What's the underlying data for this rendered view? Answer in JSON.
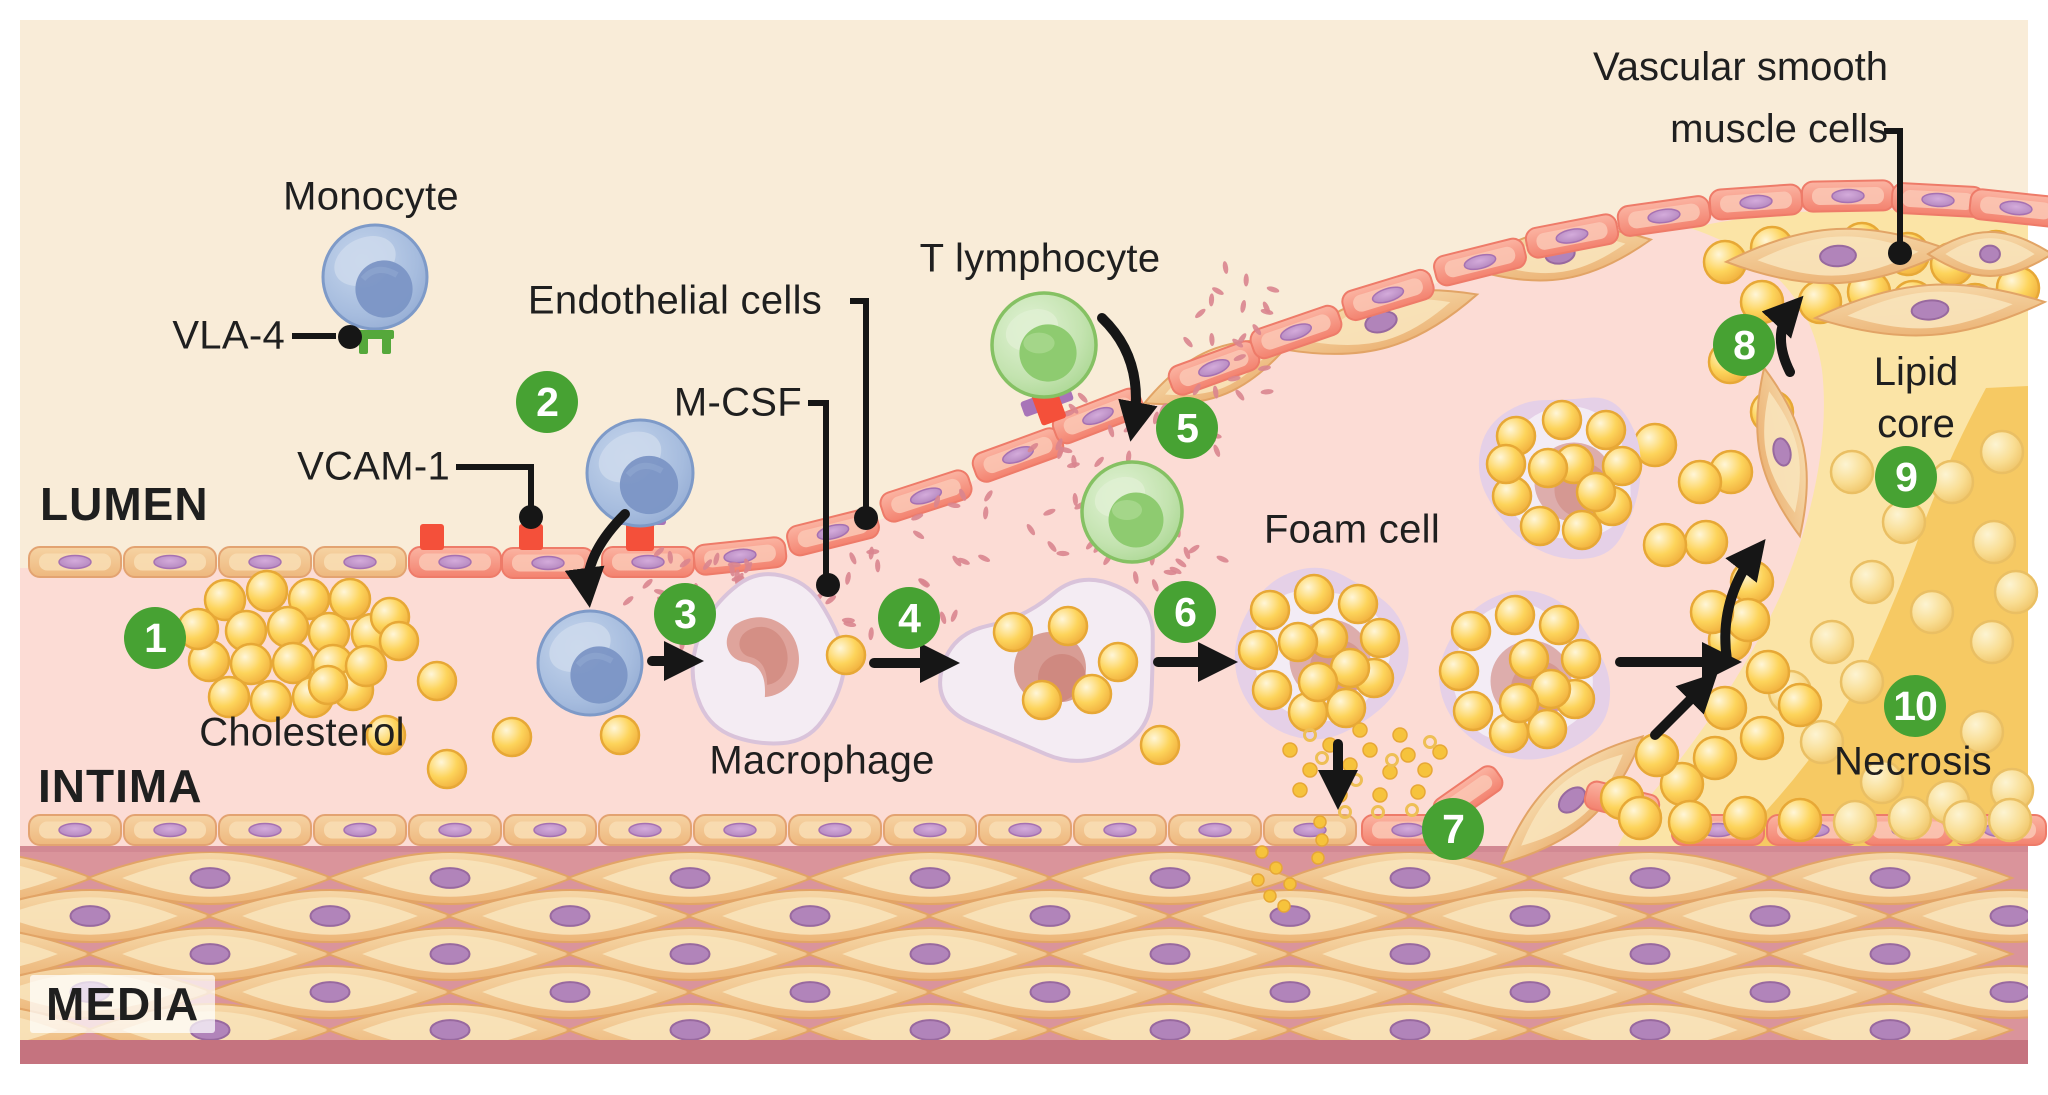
{
  "diagram": {
    "title_implicit": "Atherosclerosis plaque formation",
    "labels": {
      "monocyte": "Monocyte",
      "vla4": "VLA-4",
      "vcam1": "VCAM-1",
      "lumen": "LUMEN",
      "endothelial_cells": "Endothelial cells",
      "mcsf": "M-CSF",
      "t_lymphocyte": "T lymphocyte",
      "cholesterol": "Cholesterol",
      "intima": "INTIMA",
      "macrophage": "Macrophage",
      "foam_cell": "Foam cell",
      "media": "MEDIA",
      "vascular_smooth_line1": "Vascular smooth",
      "vascular_smooth_line2": "muscle cells",
      "lipid_core_line1": "Lipid",
      "lipid_core_line2": "core",
      "necrosis": "Necrosis"
    },
    "steps": [
      "1",
      "2",
      "3",
      "4",
      "5",
      "6",
      "7",
      "8",
      "9",
      "10"
    ],
    "colors": {
      "step_green": "#47a233",
      "label_ink": "#1f1f1f",
      "arrow_ink": "#161616",
      "lumen_bg": "#f9ecd8",
      "intima_bg": "#fcdcd5",
      "media_bg": "#da949b",
      "media_band": "#c5737f",
      "lipid_core": "#fbe4a6",
      "necrosis": "#f6c963",
      "endo_tan": "#efbc84",
      "endo_tan_light": "#f8ddb3",
      "endo_red": "#f58877",
      "endo_red_light": "#fbc5b2",
      "nucleus_purple": "#b98ec3",
      "smc_tan": "#efc089",
      "smc_light": "#f8e3ba",
      "cholesterol_yellow": "#fbd252",
      "cholesterol_rim": "#e7a836",
      "monocyte_blue": "#a9bedf",
      "tcell_green": "#bfe2ab",
      "macrophage_body": "#f4ecf3",
      "foam_body": "#e5d0e7",
      "foam_nucleus": "#ddadac",
      "mcsf_pink": "#d9858f",
      "receptor_red": "#f4503a",
      "receptor_purple": "#a874b8",
      "vla4_green": "#55a83b"
    }
  }
}
